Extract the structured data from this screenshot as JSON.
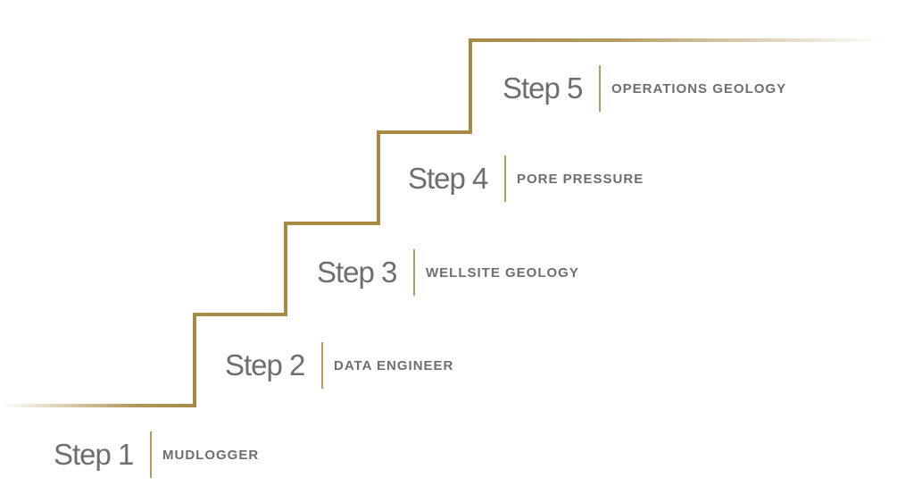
{
  "colors": {
    "line": "#a88a45",
    "text": "#6e6e6e"
  },
  "steps": [
    {
      "number": "Step 1",
      "label": "MUDLOGGER"
    },
    {
      "number": "Step 2",
      "label": "DATA ENGINEER"
    },
    {
      "number": "Step 3",
      "label": "WELLSITE GEOLOGY"
    },
    {
      "number": "Step 4",
      "label": "PORE PRESSURE"
    },
    {
      "number": "Step 5",
      "label": "OPERATIONS GEOLOGY"
    }
  ]
}
